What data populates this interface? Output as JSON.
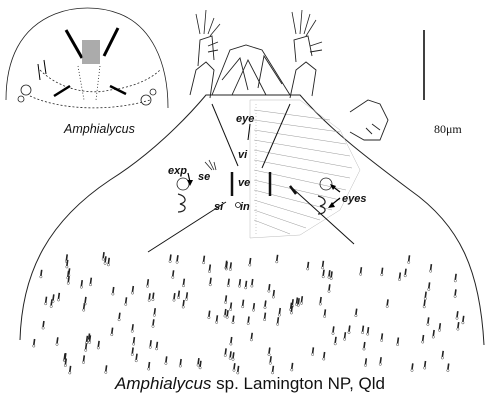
{
  "inset": {
    "caption": "Amphialycus"
  },
  "labels": {
    "eye_top": "eye",
    "vi": "vi",
    "ve": "ve",
    "exp": "exp",
    "se": "se",
    "si": "si",
    "in": "in",
    "eyes": "eyes"
  },
  "scale_bar": {
    "label": "80μm"
  },
  "caption": {
    "genus": "Amphialycus",
    "rest": " sp. Lamington NP, Qld"
  }
}
